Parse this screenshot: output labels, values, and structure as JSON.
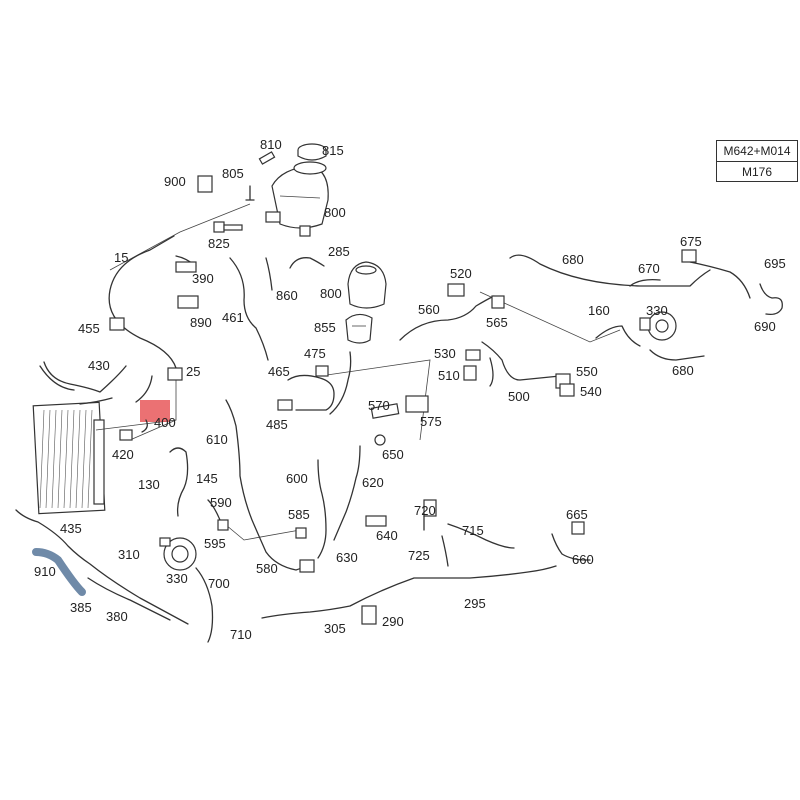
{
  "engine_table": {
    "row1": "M642+M014",
    "row2": "M176"
  },
  "highlight_color": "#e8585a",
  "line_color": "#333333",
  "highlighted_part": "400",
  "labels": [
    "810",
    "815",
    "900",
    "805",
    "800",
    "825",
    "15",
    "390",
    "285",
    "461",
    "860",
    "800",
    "890",
    "855",
    "455",
    "475",
    "465",
    "25",
    "430",
    "400",
    "420",
    "610",
    "485",
    "570",
    "575",
    "650",
    "130",
    "145",
    "590",
    "595",
    "600",
    "620",
    "585",
    "640",
    "630",
    "435",
    "310",
    "330",
    "910",
    "700",
    "580",
    "385",
    "380",
    "710",
    "305",
    "290",
    "295",
    "720",
    "715",
    "725",
    "665",
    "660",
    "520",
    "680",
    "560",
    "565",
    "675",
    "670",
    "695",
    "690",
    "160",
    "330",
    "530",
    "510",
    "500",
    "550",
    "540",
    "680"
  ]
}
